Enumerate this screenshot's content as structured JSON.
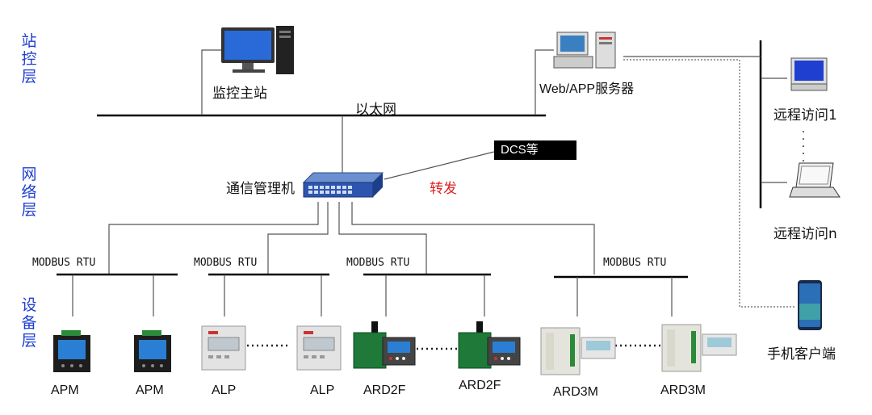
{
  "layers": {
    "station": "站控层",
    "network": "网络层",
    "device": "设备层"
  },
  "station": {
    "monitor_host": "监控主站",
    "ethernet": "以太网",
    "web_server": "Web/APP服务器",
    "remote_1": "远程访问1",
    "remote_n": "远程访问n",
    "mobile_client": "手机客户端"
  },
  "network": {
    "comm_manager": "通信管理机",
    "dcs": "DCS等",
    "forward": "转发"
  },
  "buses": [
    {
      "label": "MODBUS RTU",
      "devices": [
        "APM",
        "APM"
      ]
    },
    {
      "label": "MODBUS RTU",
      "devices": [
        "ALP",
        "ALP"
      ]
    },
    {
      "label": "MODBUS RTU",
      "devices": [
        "ARD2F",
        "ARD2F"
      ]
    },
    {
      "label": "MODBUS RTU",
      "devices": [
        "ARD3M",
        "ARD3M"
      ]
    }
  ],
  "colors": {
    "layer_text": "#1f3fd0",
    "forward_text": "#e02020",
    "line": "#555555"
  },
  "icons": [
    "desktop-pc-icon",
    "server-pc-icon",
    "crt-monitor-icon",
    "laptop-icon",
    "smartphone-icon",
    "network-switch-icon",
    "power-meter-icon",
    "leakage-protector-icon",
    "motor-protector-icon",
    "motor-controller-icon"
  ]
}
